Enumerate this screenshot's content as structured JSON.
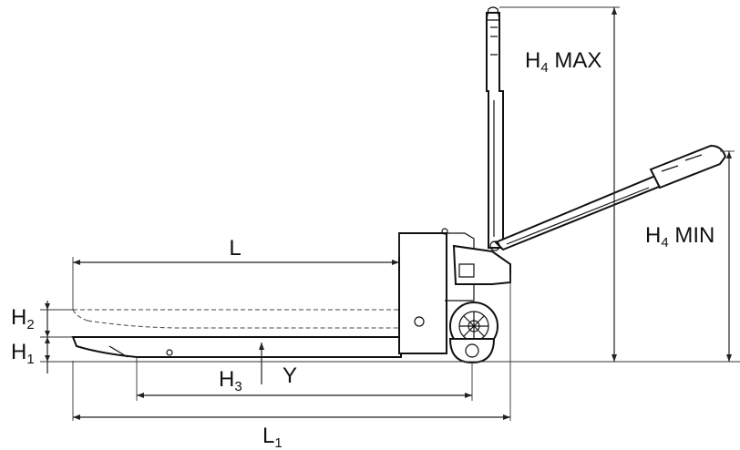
{
  "diagram": {
    "labels": {
      "L": "L",
      "L1": "L",
      "L1_sub": "1",
      "H1": "H",
      "H1_sub": "1",
      "H2": "H",
      "H2_sub": "2",
      "H3": "H",
      "H3_sub": "3",
      "Y": "Y",
      "H4max": "H",
      "H4max_sub": "4",
      "H4max_suffix": " MAX",
      "H4min": "H",
      "H4min_sub": "4",
      "H4min_suffix": " MIN"
    },
    "colors": {
      "ink": "#111111",
      "background": "#ffffff"
    }
  }
}
